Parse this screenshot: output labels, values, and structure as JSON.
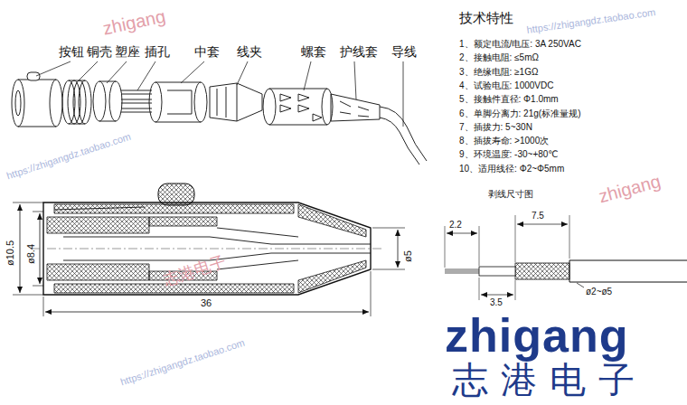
{
  "diagram": {
    "labels": [
      "按钮",
      "铜壳",
      "塑座",
      "插孔",
      "中套",
      "线夹",
      "螺套",
      "护线套",
      "导线",
      "技术特性",
      "1、额定电流/电压: 3A 250VAC",
      "2、接触电阻: ≤5mΩ",
      "3、绝缘电阻: ≥1GΩ",
      "4、试验电压: 1000VDC",
      "5、接触件直径: Φ1.0mm",
      "6、单脚分离力: 21g(标准量规)",
      "7、插拔力: 5~30N",
      "8、插拔寿命: >1000次",
      "9、环境温度: -30~+80℃",
      "10、适用线径: Φ2~Φ5mm",
      "ø10.5",
      "ø8.4",
      "ø5",
      "36",
      "剥线尺寸图",
      "2.2",
      "7.5",
      "3.5",
      "ø2~ø5",
      "zhigang",
      "志港电子",
      "zhigang",
      "https://zhigangdz.taobao.com",
      "https://zhigangdz.taobao.com",
      "https://zhigangdz.taobao.com",
      "志港电子",
      "zhigang"
    ]
  }
}
